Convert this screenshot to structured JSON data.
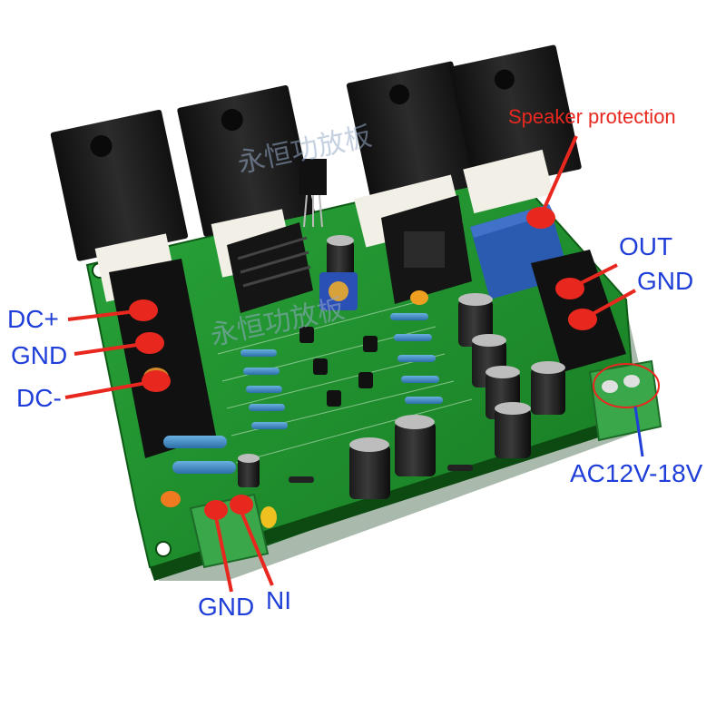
{
  "labels": {
    "speaker_protection": "Speaker protection",
    "out": "OUT",
    "gnd_right": "GND",
    "dc_plus": "DC+",
    "gnd_left": "GND",
    "dc_minus": "DC-",
    "ac_input": "AC12V-18V",
    "gnd_bottom": "GND",
    "ni": "NI"
  },
  "watermark": {
    "text_top": "永恒功放板",
    "text_mid": "永恒功放板"
  },
  "colors": {
    "pcb_green": "#1f8f2a",
    "terminal_green": "#3aa84a",
    "transistor_black": "#1a1a1a",
    "capacitor_white": "#f2efe6",
    "relay_blue": "#2a5bb0",
    "callout_red": "#e8281f",
    "label_blue": "#1f3fd8"
  }
}
